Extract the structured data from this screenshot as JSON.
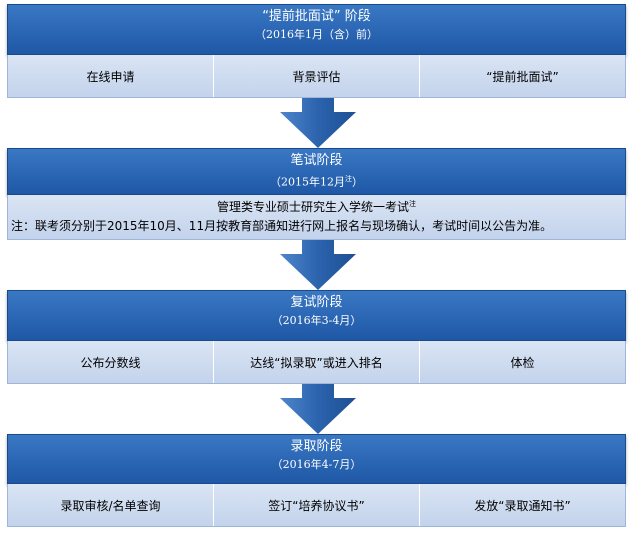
{
  "stages": [
    {
      "title": "“提前批面试” 阶段",
      "date": "（2016年1月（含）前）",
      "cells": [
        "在线申请",
        "背景评估",
        "“提前批面试”"
      ]
    },
    {
      "title": "笔试阶段",
      "date": "（2015年12月",
      "date_sup": "注",
      "date_close": "）",
      "exam_line": "管理类专业硕士研究生入学统一考试",
      "exam_sup": "注",
      "note": "注：联考须分别于2015年10月、11月按教育部通知进行网上报名与现场确认，考试时间以公告为准。"
    },
    {
      "title": "复试阶段",
      "date": "（2016年3-4月）",
      "cells": [
        "公布分数线",
        "达线“拟录取”或进入排名",
        "体检"
      ]
    },
    {
      "title": "录取阶段",
      "date": "（2016年4-7月）",
      "cells": [
        "录取审核/名单查询",
        "签订“培养协议书”",
        "发放“录取通知书”"
      ]
    }
  ],
  "colors": {
    "header": "#2a66b3",
    "cell": "#c9d8ee",
    "arrow": "#2c63ad"
  }
}
